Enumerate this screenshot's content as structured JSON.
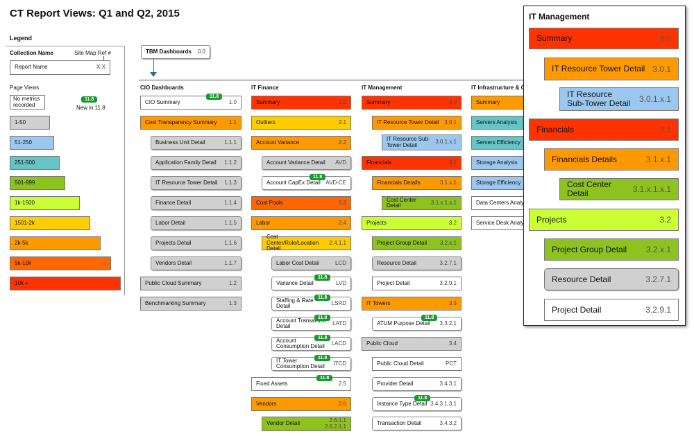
{
  "title": "CT Report Views: Q1 and Q2, 2015",
  "legend": {
    "title": "Legend",
    "collection_name": "Collection Name",
    "site_map_ref": "Site Map Ref #",
    "report_name": "Report Name",
    "ref_code": "X.X",
    "page_views": "Page Views",
    "no_metrics": "No metrics recorded",
    "badge": "11.8",
    "new_in": "New in 11.8",
    "ranges": [
      "1-50",
      "51-250",
      "251-500",
      "501-999",
      "1k-1500",
      "1501-2k",
      "2k-5k",
      "5k-10k",
      "10k +"
    ]
  },
  "tbm": {
    "label": "TBM Dashboards",
    "code": "0.0"
  },
  "cio": {
    "header": "CIO Dashboards",
    "items": [
      {
        "label": "CIO Summary",
        "code": "1.0",
        "badge": "11.8"
      },
      {
        "label": "Cost Transparency Summary",
        "code": "1.1"
      },
      {
        "label": "Business Unit Detail",
        "code": "1.1.1"
      },
      {
        "label": "Application Family Detail",
        "code": "1.1.2"
      },
      {
        "label": "IT Resource Tower Detail",
        "code": "1.1.3"
      },
      {
        "label": "Finance Detail",
        "code": "1.1.4"
      },
      {
        "label": "Labor Detail",
        "code": "1.1.5"
      },
      {
        "label": "Projects Detail",
        "code": "1.1.6"
      },
      {
        "label": "Vendors Detail",
        "code": "1.1.7"
      },
      {
        "label": "Public Cloud Summary",
        "code": "1.2"
      },
      {
        "label": "Benchmarking Summary",
        "code": "1.3"
      }
    ]
  },
  "finance": {
    "header": "IT Finance",
    "items": [
      {
        "label": "Summary",
        "code": "2.0"
      },
      {
        "label": "Outliers",
        "code": "2.1"
      },
      {
        "label": "Account Variance",
        "code": "2.2"
      },
      {
        "label": "Account Variance Detail",
        "code": "AVD"
      },
      {
        "label": "Account CapEx Detail",
        "code": "AVD-CE",
        "badge": "11.8"
      },
      {
        "label": "Cost Pools",
        "code": "2.3"
      },
      {
        "label": "Labor",
        "code": "2.4"
      },
      {
        "label": "Cost Center/Role/Location Detail",
        "code": "2.4.1.1"
      },
      {
        "label": "Labor Cost Detail",
        "code": "LCD"
      },
      {
        "label": "Variance Detail",
        "code": "LVD",
        "badge": "11.8"
      },
      {
        "label": "Staffing & Rate Detail",
        "code": "LSRD",
        "badge": "11.8"
      },
      {
        "label": "Account Transaction Detail",
        "code": "LATD",
        "badge": "11.8"
      },
      {
        "label": "Account Consumption Detail",
        "code": "LACD",
        "badge": "11.8"
      },
      {
        "label": "IT Tower Consumption Detail",
        "code": "ITCD",
        "badge": "11.8"
      },
      {
        "label": "Fixed Assets",
        "code": "2.5",
        "badge": "11.8"
      },
      {
        "label": "Vendors",
        "code": "2.6"
      },
      {
        "label": "Vendor Detail",
        "code": "2.6.1.1\n2.6.2.1.1"
      }
    ]
  },
  "mgmt": {
    "header": "IT Management",
    "items": [
      {
        "label": "Summary",
        "code": "3.0"
      },
      {
        "label": "IT Resource Tower Detail",
        "code": "3.0.1"
      },
      {
        "label": "IT Resource Sub-Tower Detail",
        "code": "3.0.1.x.1"
      },
      {
        "label": "Financials",
        "code": "3.1"
      },
      {
        "label": "Financials Details",
        "code": "3.1.x.1"
      },
      {
        "label": "Cost Center Detail",
        "code": "3.1.x.1.x.1"
      },
      {
        "label": "Projects",
        "code": "3.2"
      },
      {
        "label": "Project Group Detail",
        "code": "3.2.x.1"
      },
      {
        "label": "Resource Detail",
        "code": "3.2.7.1"
      },
      {
        "label": "Project Detail",
        "code": "3.2.9.1"
      },
      {
        "label": "IT Towers",
        "code": "3.3"
      },
      {
        "label": "ATUM Purpose Detail",
        "code": "3.3.2.1",
        "badge": "11.8"
      },
      {
        "label": "Public Cloud",
        "code": "3.4"
      },
      {
        "label": "Public Cloud Detail",
        "code": "PCT"
      },
      {
        "label": "Provider Detail",
        "code": "3.4.3.1"
      },
      {
        "label": "Instance Type Detail",
        "code": "3.4.3.1.3.1",
        "badge": "11.8"
      },
      {
        "label": "Transaction Detail",
        "code": "3.4.3.2"
      }
    ]
  },
  "infra": {
    "header": "IT Infrastructure & O",
    "items": [
      {
        "label": "Summary"
      },
      {
        "label": "Servers Analysis"
      },
      {
        "label": "Servers Efficiency"
      },
      {
        "label": "Storage Analysis"
      },
      {
        "label": "Storage Efficiency"
      },
      {
        "label": "Data Centers Analy"
      },
      {
        "label": "Service Desk Analy"
      }
    ]
  },
  "panel": {
    "title": "IT Management",
    "items": [
      {
        "label": "Summary",
        "code": "3.0"
      },
      {
        "label": "IT Resource Tower Detail",
        "code": "3.0.1"
      },
      {
        "label": "IT Resource\nSub-Tower Detail",
        "code": "3.0.1.x.1"
      },
      {
        "label": "Financials",
        "code": "3.1"
      },
      {
        "label": "Financials Details",
        "code": "3.1.x.1"
      },
      {
        "label": "Cost Center Detail",
        "code": "3.1.x.1.x.1"
      },
      {
        "label": "Projects",
        "code": "3.2"
      },
      {
        "label": "Project Group Detail",
        "code": "3.2.x.1"
      },
      {
        "label": "Resource Detail",
        "code": "3.2.7.1"
      },
      {
        "label": "Project Detail",
        "code": "3.2.9.1"
      }
    ]
  }
}
